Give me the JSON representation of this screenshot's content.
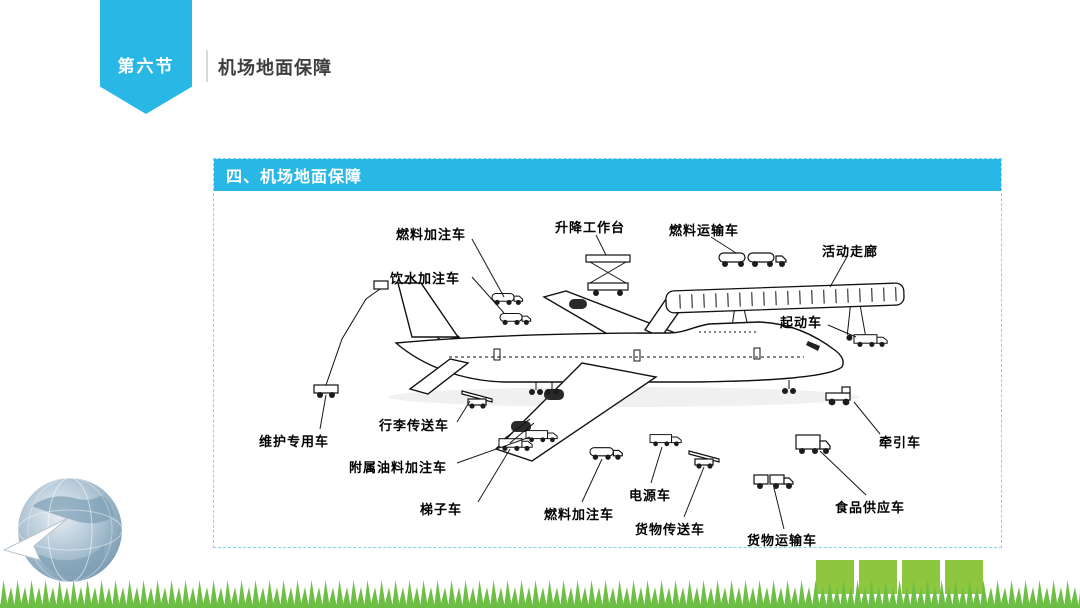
{
  "slide": {
    "section_badge": "第六节",
    "header_title": "机场地面保障",
    "panel_title": "四、机场地面保障"
  },
  "diagram": {
    "labels": [
      {
        "id": "fuel-filling-truck-top",
        "text": "燃料加注车"
      },
      {
        "id": "lift-work-platform",
        "text": "升降工作台"
      },
      {
        "id": "fuel-transport-truck",
        "text": "燃料运输车"
      },
      {
        "id": "mobile-corridor",
        "text": "活动走廊"
      },
      {
        "id": "drinking-water-truck",
        "text": "饮水加注车"
      },
      {
        "id": "starter-truck",
        "text": "起动车"
      },
      {
        "id": "maintenance-truck",
        "text": "维护专用车"
      },
      {
        "id": "baggage-conveyor-truck",
        "text": "行李传送车"
      },
      {
        "id": "auxiliary-oil-truck",
        "text": "附属油料加注车"
      },
      {
        "id": "ladder-truck",
        "text": "梯子车"
      },
      {
        "id": "fuel-filling-truck-bottom",
        "text": "燃料加注车"
      },
      {
        "id": "power-supply-truck",
        "text": "电源车"
      },
      {
        "id": "cargo-conveyor-truck",
        "text": "货物传送车"
      },
      {
        "id": "cargo-transport-truck",
        "text": "货物运输车"
      },
      {
        "id": "tow-truck",
        "text": "牵引车"
      },
      {
        "id": "food-supply-truck",
        "text": "食品供应车"
      }
    ]
  },
  "colors": {
    "accent_cyan": "#29B7E5",
    "grass_green": "#6CBE44",
    "block_green": "#8DC63F"
  },
  "decorations": {
    "globe_icon": "globe-with-paper-airplane",
    "grass": "grass-silhouette-border"
  }
}
